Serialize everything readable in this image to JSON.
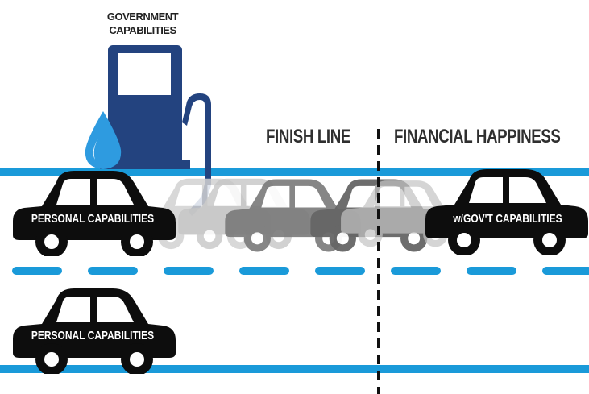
{
  "labels": {
    "government": [
      "GOVERNMENT",
      "CAPABILITIES"
    ],
    "finish_line": "FINISH LINE",
    "financial_happiness": "FINANCIAL HAPPINESS"
  },
  "cars": {
    "top_left": "PERSONAL CAPABILITIES",
    "bottom_left": "PERSONAL CAPABILITIES",
    "top_right": "w/GOV'T CAPABILITIES"
  },
  "colors": {
    "road_blue": "#1a9ad9",
    "pump_navy": "#23437f",
    "drop_blue": "#2e9be0",
    "car_black": "#0d0d0d",
    "ghost_dark": "#6a6a6a",
    "ghost_light": "#c8c8c8",
    "finish_line": "#111111"
  },
  "icons": [
    "gas-pump-icon",
    "fuel-drop-icon",
    "car-icon"
  ]
}
